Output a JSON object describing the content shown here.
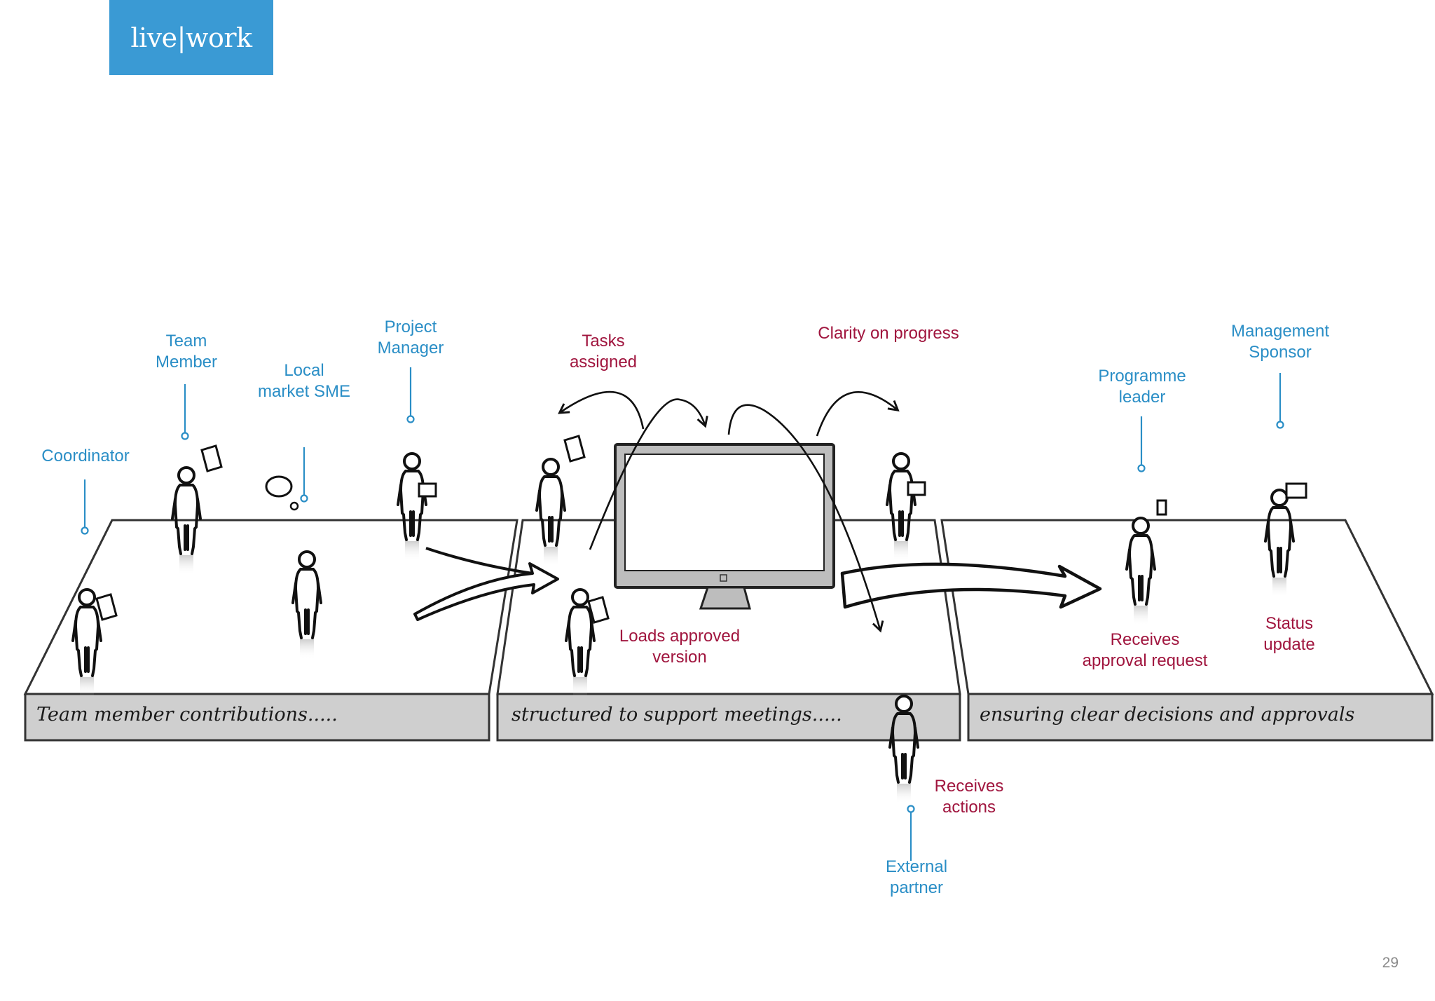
{
  "logo": {
    "text": "live|work"
  },
  "roles": {
    "coordinator": "Coordinator",
    "team_member": [
      "Team",
      "Member"
    ],
    "local_sme": [
      "Local",
      "market SME"
    ],
    "project_manager": [
      "Project",
      "Manager"
    ],
    "programme_leader": [
      "Programme",
      "leader"
    ],
    "management_sponsor": [
      "Management",
      "Sponsor"
    ],
    "external_partner": [
      "External",
      "partner"
    ]
  },
  "actions": {
    "tasks_assigned": [
      "Tasks",
      "assigned"
    ],
    "clarity": "Clarity on progress",
    "loads_approved": [
      "Loads approved",
      "version"
    ],
    "receives_approval": [
      "Receives",
      "approval request"
    ],
    "status_update": [
      "Status",
      "update"
    ],
    "receives_actions": [
      "Receives",
      "actions"
    ]
  },
  "captions": {
    "stage1": "Team member contributions.....",
    "stage2": "structured to support meetings.....",
    "stage3": "ensuring clear decisions and approvals"
  },
  "page_number": "29",
  "colors": {
    "brand": "#3a9ad4",
    "role": "#2a8ec6",
    "action": "#a0153e"
  }
}
